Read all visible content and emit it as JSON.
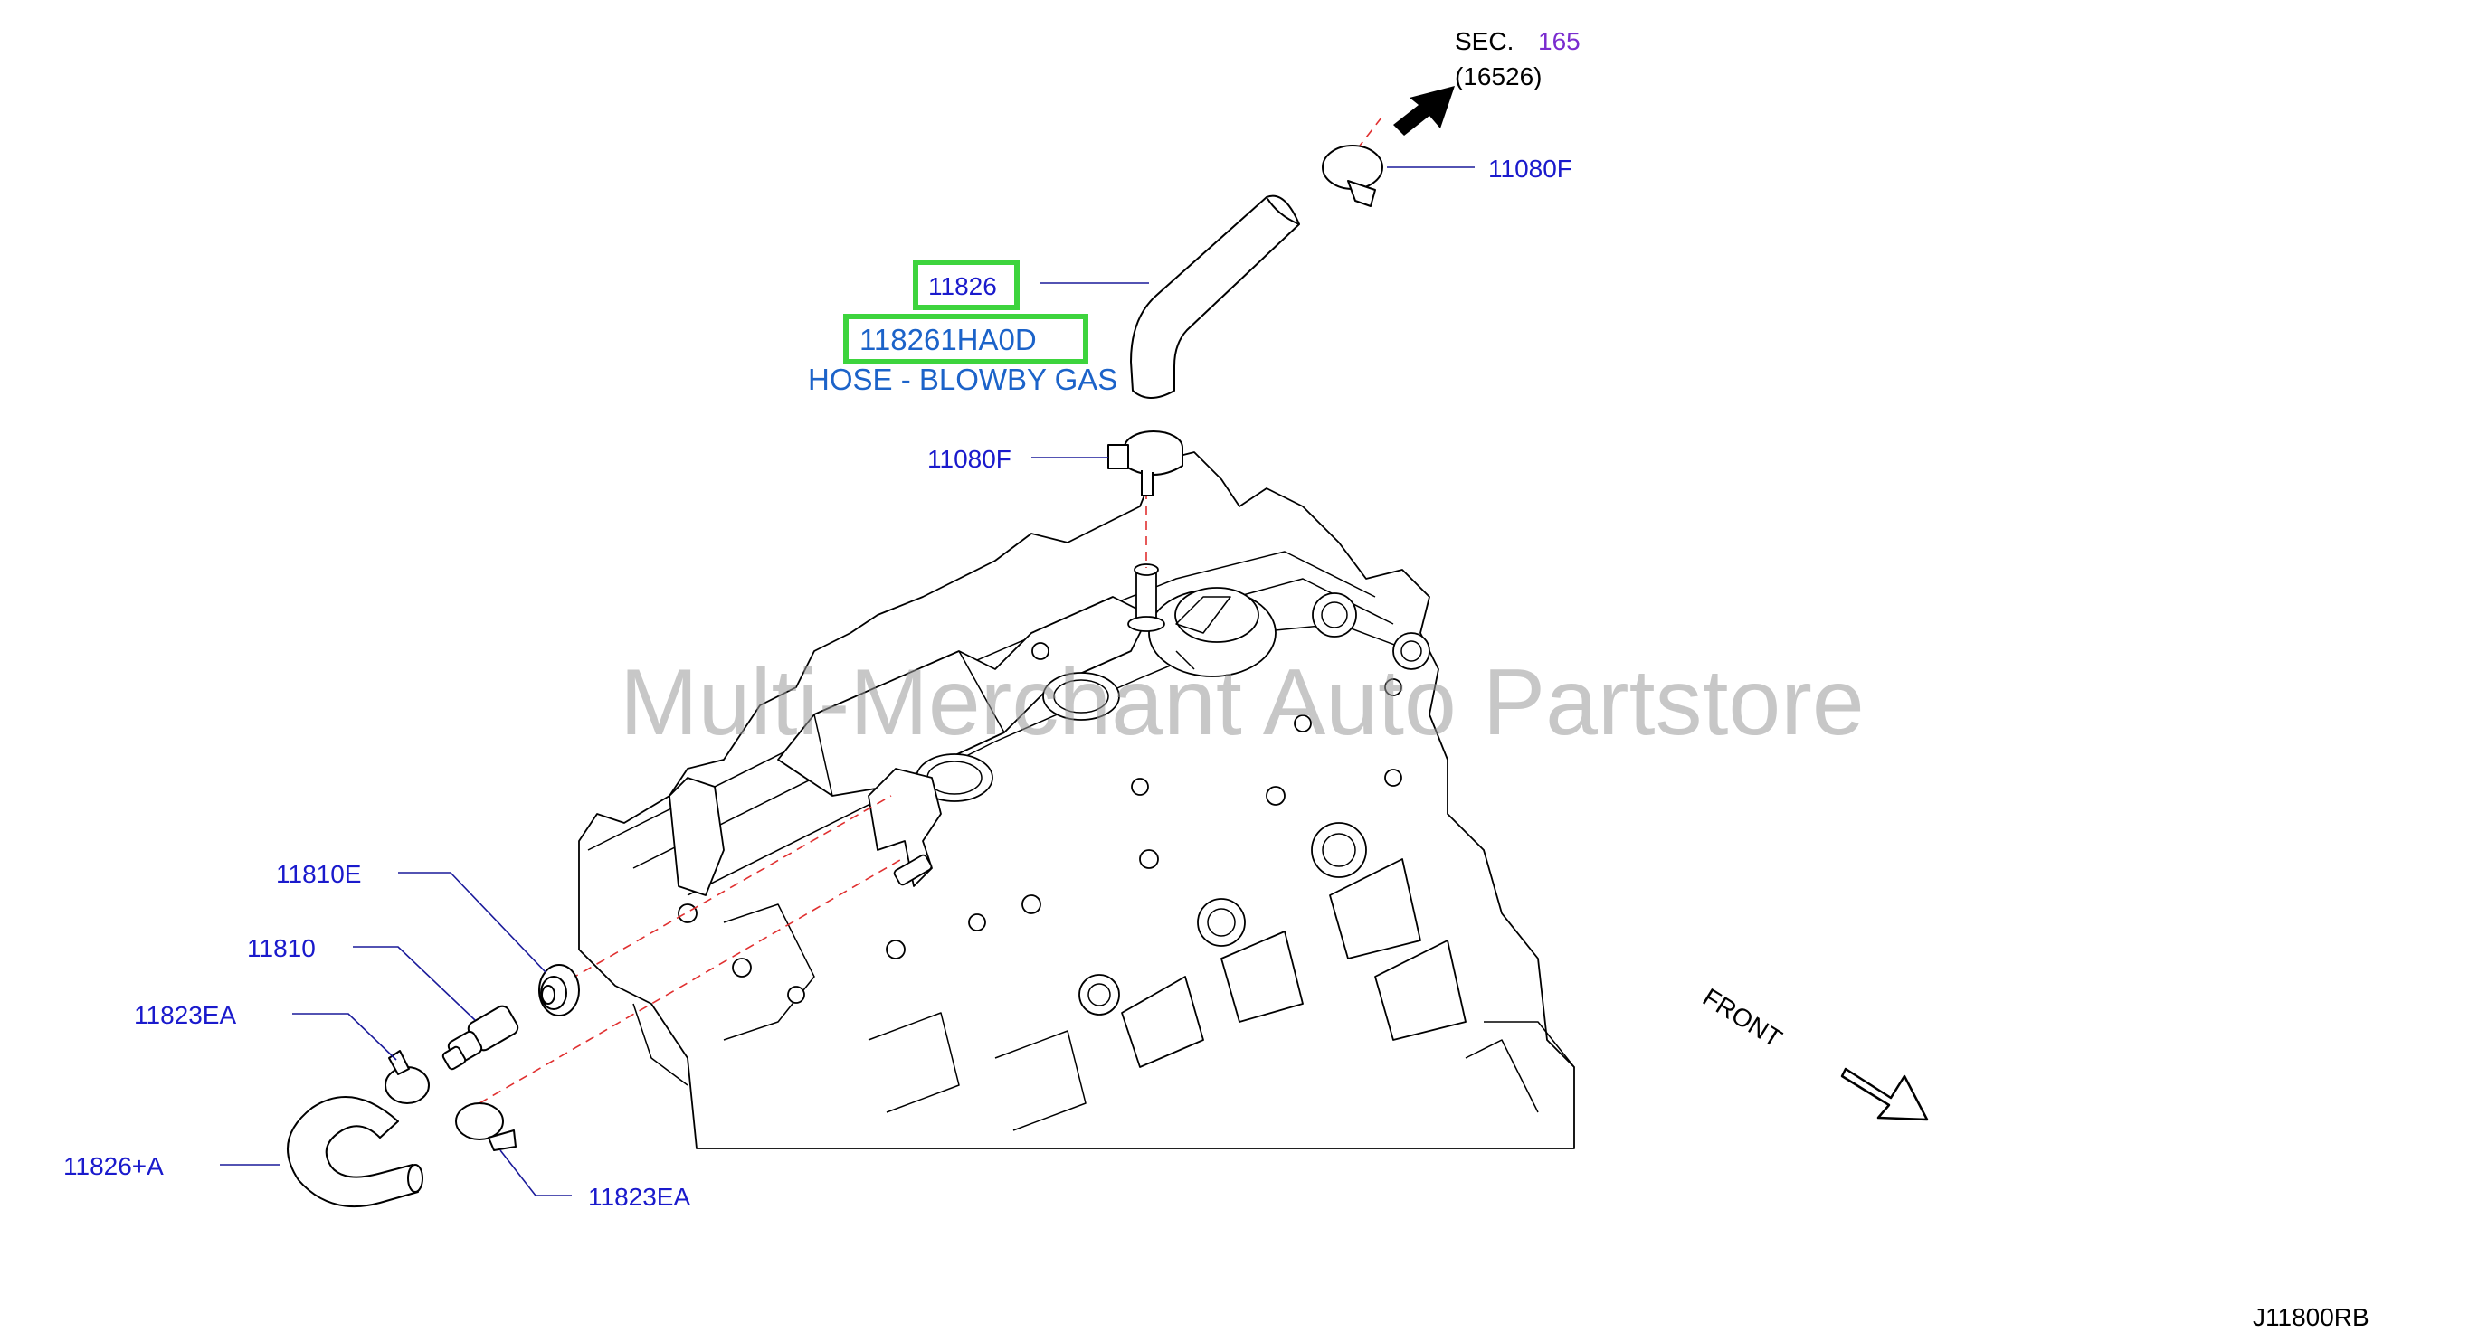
{
  "section_ref": {
    "sec_label": "SEC.",
    "sec_number": "165",
    "sec_part": "(16526)"
  },
  "callouts": {
    "clamp_top": "11080F",
    "hose_ref": "11826",
    "part_number": "118261HA0D",
    "part_name": "HOSE - BLOWBY GAS",
    "clamp_mid": "11080F",
    "valve_grommet": "11810E",
    "pcv_valve": "11810",
    "clamp_left": "11823EA",
    "hose_small": "11826+A",
    "clamp_bottom": "11823EA"
  },
  "watermark": "Multi-Merchant Auto Partstore",
  "front_label": "FRONT",
  "diagram_code": "J11800RB",
  "colors": {
    "callout_text": "#1a1acc",
    "part_number_text": "#1c63c9",
    "highlight_box": "#3dd43d",
    "reference_line": "#e03030",
    "section_number": "#7a2ccf"
  }
}
